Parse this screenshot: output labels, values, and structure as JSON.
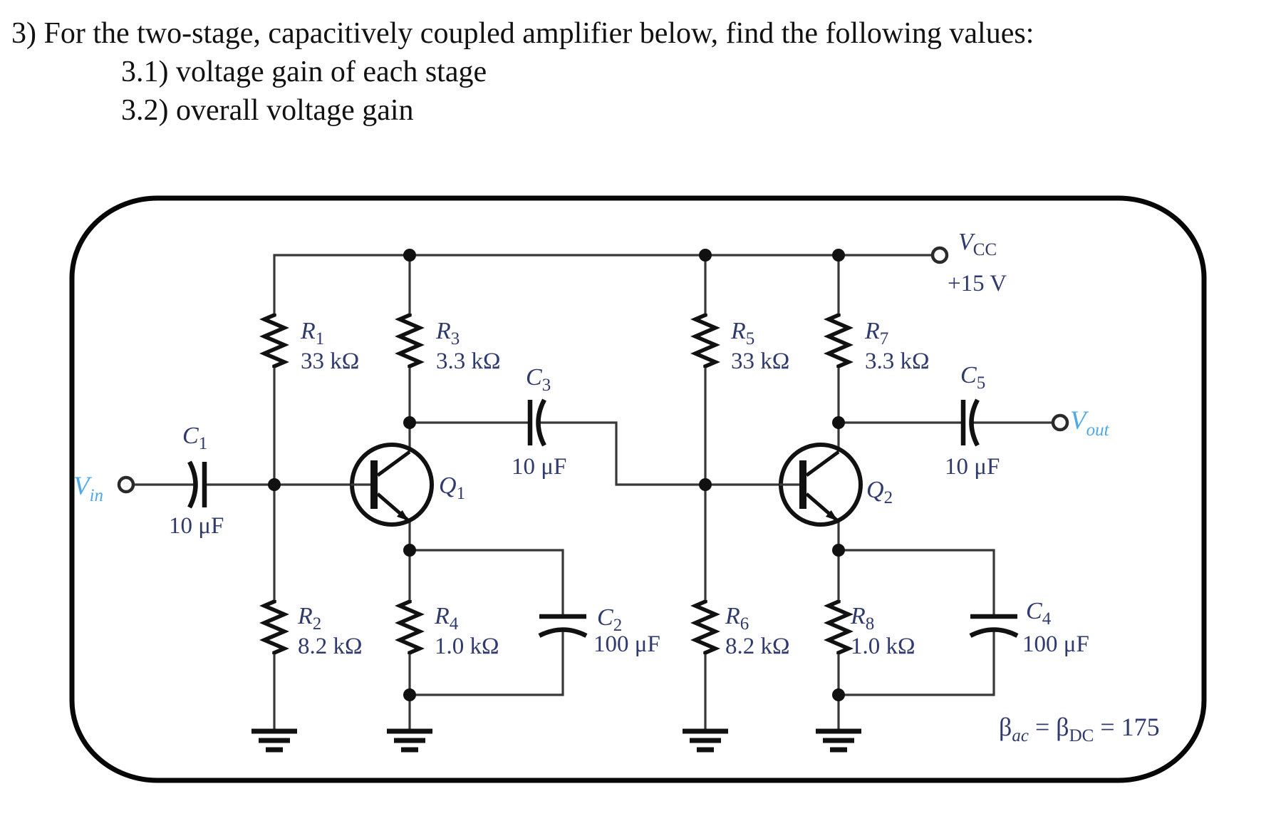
{
  "problem": {
    "line1": "3) For the two-stage, capacitively coupled amplifier below, find the following values:",
    "item1": "3.1) voltage gain of each stage",
    "item2": "3.2) overall voltage gain"
  },
  "supply": {
    "ref": "V",
    "sub": "CC",
    "value": "+15 V"
  },
  "io": {
    "input": {
      "ref": "V",
      "sub": "in"
    },
    "output": {
      "ref": "V",
      "sub": "out"
    }
  },
  "components": {
    "R1": {
      "ref": "R",
      "sub": "1",
      "value": "33 kΩ"
    },
    "R2": {
      "ref": "R",
      "sub": "2",
      "value": "8.2 kΩ"
    },
    "R3": {
      "ref": "R",
      "sub": "3",
      "value": "3.3 kΩ"
    },
    "R4": {
      "ref": "R",
      "sub": "4",
      "value": "1.0 kΩ"
    },
    "R5": {
      "ref": "R",
      "sub": "5",
      "value": "33 kΩ"
    },
    "R6": {
      "ref": "R",
      "sub": "6",
      "value": "8.2 kΩ"
    },
    "R7": {
      "ref": "R",
      "sub": "7",
      "value": "3.3 kΩ"
    },
    "R8": {
      "ref": "R",
      "sub": "8",
      "value": "1.0 kΩ"
    },
    "C1": {
      "ref": "C",
      "sub": "1",
      "value": "10 μF"
    },
    "C2": {
      "ref": "C",
      "sub": "2",
      "value": "100 μF"
    },
    "C3": {
      "ref": "C",
      "sub": "3",
      "value": "10 μF"
    },
    "C4": {
      "ref": "C",
      "sub": "4",
      "value": "100 μF"
    },
    "C5": {
      "ref": "C",
      "sub": "5",
      "value": "10 μF"
    },
    "Q1": {
      "ref": "Q",
      "sub": "1"
    },
    "Q2": {
      "ref": "Q",
      "sub": "2"
    }
  },
  "note": {
    "beta1": "β",
    "beta1_sub": "ac",
    "eq1": " = ",
    "beta2": "β",
    "beta2_sub": "DC",
    "eq2": " = ",
    "value": "175"
  },
  "colors": {
    "ink": "#111111",
    "label": "#2f3a6e",
    "signal": "#4fa9e8",
    "wire": "#383838"
  }
}
